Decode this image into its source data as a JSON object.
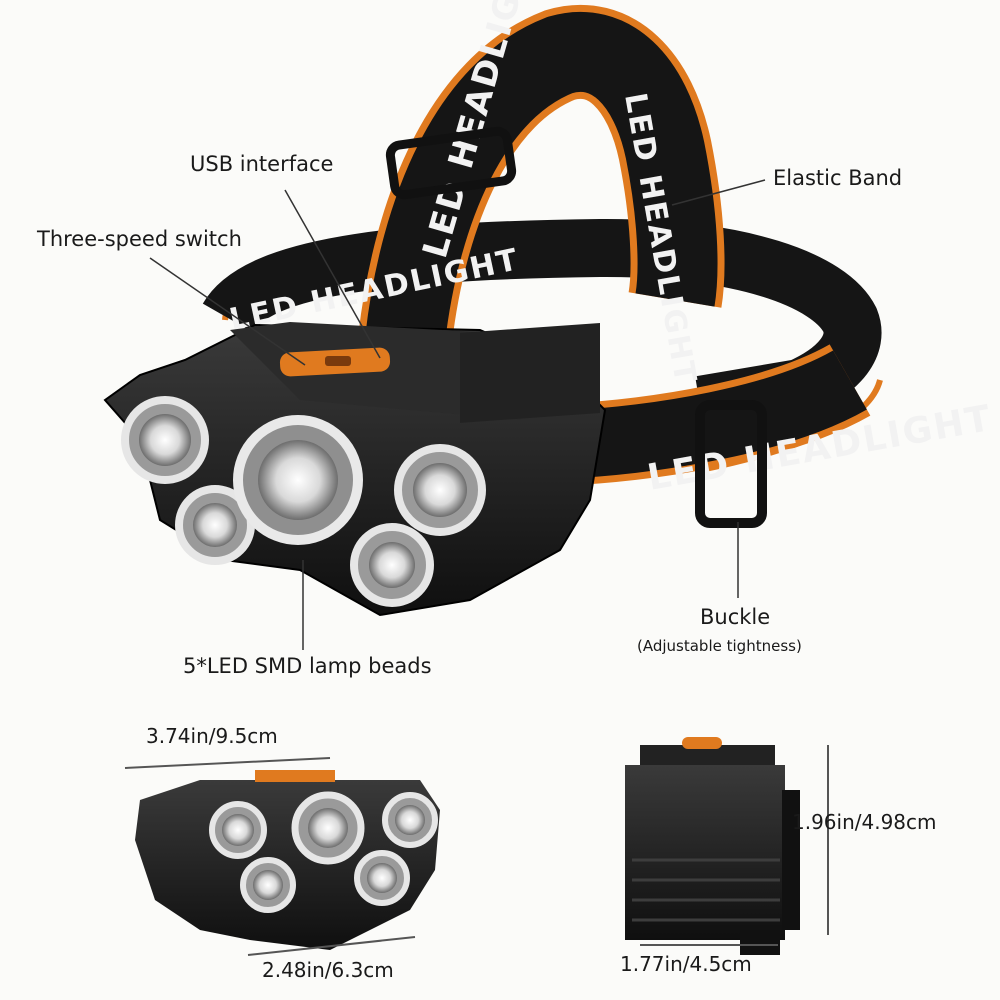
{
  "product": {
    "band_print": [
      "LED HEADLIGHT",
      "LED HEADLIGHT",
      "LED HEADLIGHT",
      "LED HEADLIGHT"
    ]
  },
  "callouts": {
    "usb": "USB interface",
    "switch": "Three-speed switch",
    "band": "Elastic Band",
    "buckle": "Buckle",
    "buckle_note": "(Adjustable tightness)",
    "lamps": "5*LED SMD lamp beads"
  },
  "dimensions": {
    "front_width": "3.74in/9.5cm",
    "front_bottom_width": "2.48in/6.3cm",
    "side_height": "1.96in/4.98cm",
    "side_width": "1.77in/4.5cm"
  },
  "colors": {
    "band_orange": "#e07a1f",
    "housing": "#1c1c1c",
    "lens_ring": "#c8c8c8"
  }
}
